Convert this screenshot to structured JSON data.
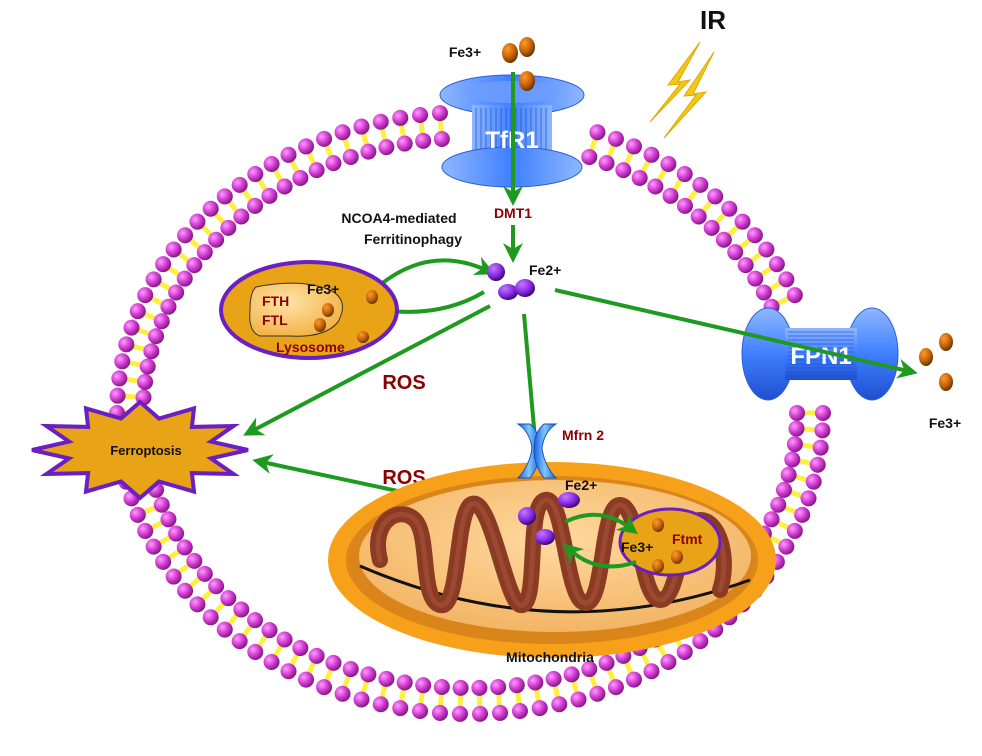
{
  "title": "Iron metabolism and ferroptosis induced by IR",
  "colors": {
    "arrow": "#1e9a1e",
    "dark_red_label": "#8b0000",
    "membrane_head": "#cc33cc",
    "membrane_tail": "#ffee44",
    "transporter": "#3f7fff",
    "fe3": "#c8620a",
    "fe2": "#8a2be2",
    "lysosome_fill": "#e8a317",
    "lysosome_border": "#6a1fc2",
    "mito_outer": "#f7a11a",
    "mito_cristae": "#8b3a24",
    "ferroptosis_fill": "#e8a317",
    "ferroptosis_border": "#6a1fc2",
    "ir_bolt": "#f5c518"
  },
  "labels": {
    "ir": "IR",
    "fe3_outside_top": "Fe3+",
    "tfr1": "TfR1",
    "dmt1": "DMT1",
    "ncoa4_line1": "NCOA4-mediated",
    "ncoa4_line2": "Ferritinophagy",
    "fe2_cytosol": "Fe2+",
    "lysosome_fe3": "Fe3+",
    "fth": "FTH",
    "ftl": "FTL",
    "lysosome": "Lysosome",
    "ros_1": "ROS",
    "ros_2": "ROS",
    "ferroptosis": "Ferroptosis",
    "fpn1": "FPN1",
    "fe3_outside_right": "Fe3+",
    "mfrn2": "Mfrn 2",
    "fe2_mito": "Fe2+",
    "ftmt_fe3": "Fe3+",
    "ftmt": "Ftmt",
    "mitochondria": "Mitochondria"
  }
}
